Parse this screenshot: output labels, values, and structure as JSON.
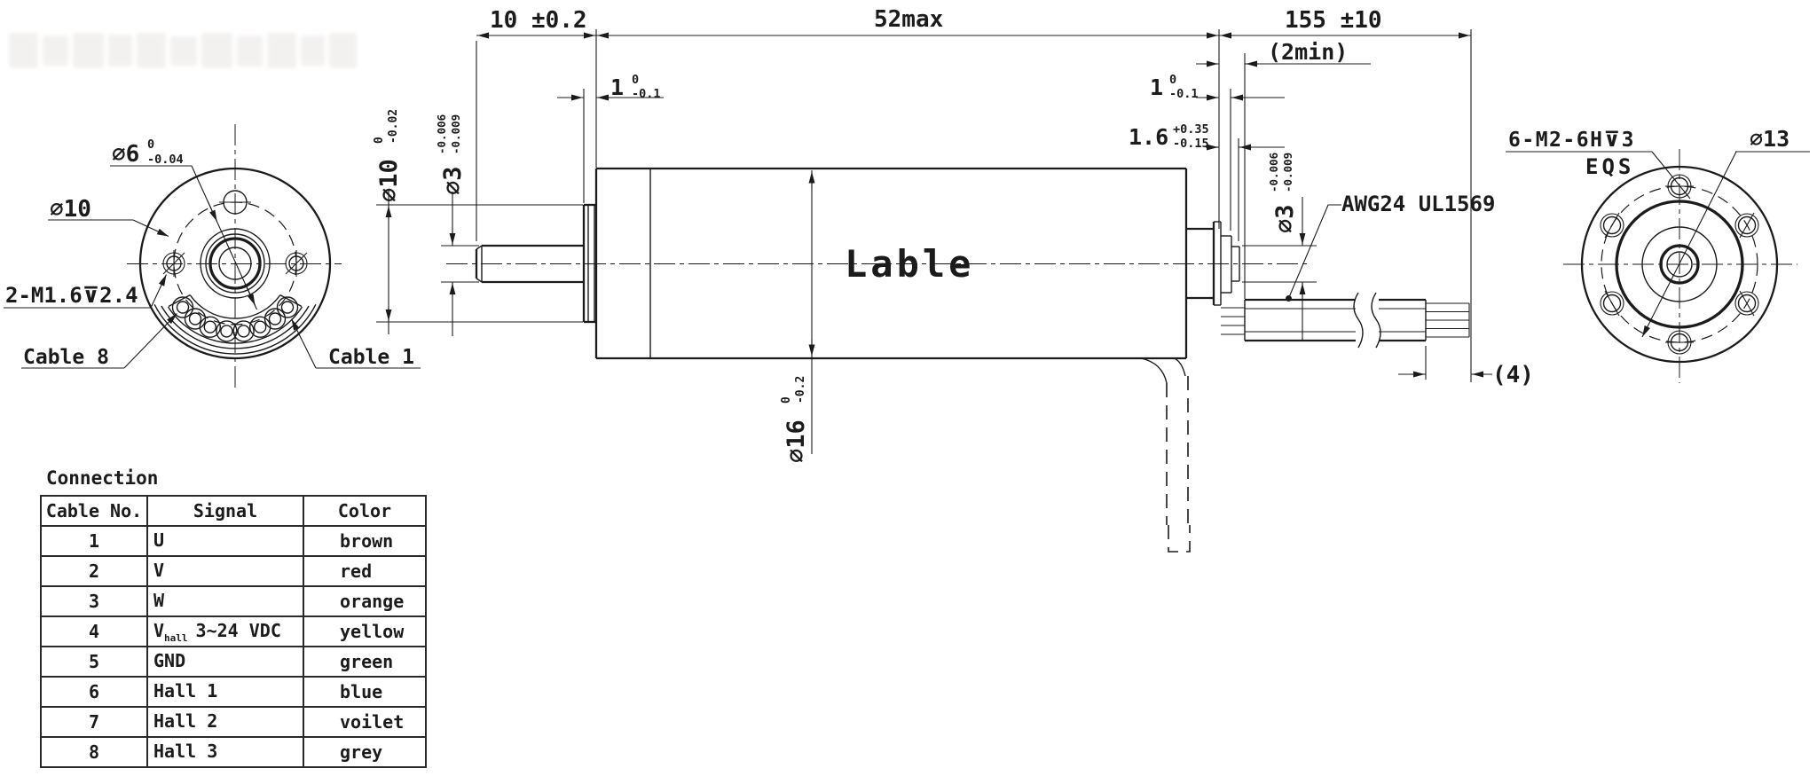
{
  "colors": {
    "ink": "#1b1b1b",
    "background": "#ffffff"
  },
  "front_view": {
    "labels": {
      "dia6": {
        "text": "∅6",
        "tol_top": "0",
        "tol_bot": "-0.04"
      },
      "dia10": {
        "text": "∅10"
      },
      "tap": {
        "text": "2-M1.6⊽2.4"
      },
      "cable8": {
        "text": "Cable 8"
      },
      "cable1": {
        "text": "Cable 1"
      }
    }
  },
  "side_view": {
    "body_label": "Lable",
    "wire_note": "AWG24 UL1569",
    "dims": {
      "shaft_len": "10 ±0.2",
      "body_len": "52max",
      "cable_len": "155 ±10",
      "cable_min": "(2min)",
      "strip_len": "(4)",
      "boss_front": {
        "v": "1",
        "tol_top": "0",
        "tol_bot": "-0.1"
      },
      "pcb_rear": {
        "v": "1",
        "tol_top": "0",
        "tol_bot": "-0.1"
      },
      "stub_rear": {
        "v": "1.6",
        "tol_top": "+0.35",
        "tol_bot": "-0.15"
      },
      "dia10": {
        "v": "∅10",
        "tol_top": "0",
        "tol_bot": "-0.02"
      },
      "dia3_front": {
        "v": "∅3",
        "tol_top": "-0.006",
        "tol_bot": "-0.009"
      },
      "dia3_rear": {
        "v": "∅3",
        "tol_top": "-0.006",
        "tol_bot": "-0.009"
      },
      "dia16": {
        "v": "∅16",
        "tol_top": "0",
        "tol_bot": "-0.2"
      }
    }
  },
  "rear_view": {
    "labels": {
      "tap": "6-M2-6H⊽3",
      "eqs": "EQS",
      "bolt_circle": "∅13"
    }
  },
  "connection_table": {
    "title": "Connection",
    "headers": [
      "Cable No.",
      "Signal",
      "Color"
    ],
    "rows": [
      {
        "no": "1",
        "signal": "U",
        "sub": "",
        "rest": "",
        "color": "brown"
      },
      {
        "no": "2",
        "signal": "V",
        "sub": "",
        "rest": "",
        "color": "red"
      },
      {
        "no": "3",
        "signal": "W",
        "sub": "",
        "rest": "",
        "color": "orange"
      },
      {
        "no": "4",
        "signal": "V",
        "sub": "hall",
        "rest": "3~24 VDC",
        "color": "yellow"
      },
      {
        "no": "5",
        "signal": "GND",
        "sub": "",
        "rest": "",
        "color": "green"
      },
      {
        "no": "6",
        "signal": "Hall 1",
        "sub": "",
        "rest": "",
        "color": "blue"
      },
      {
        "no": "7",
        "signal": "Hall 2",
        "sub": "",
        "rest": "",
        "color": "voilet"
      },
      {
        "no": "8",
        "signal": "Hall 3",
        "sub": "",
        "rest": "",
        "color": "grey"
      }
    ]
  }
}
